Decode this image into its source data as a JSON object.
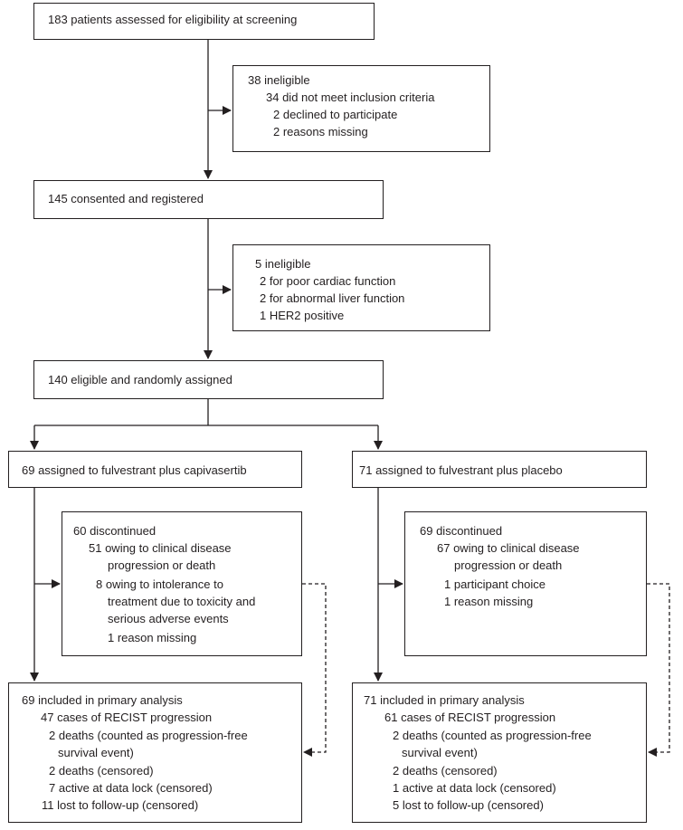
{
  "screening": {
    "lines": [
      "183 patients assessed for eligibility at screening"
    ]
  },
  "screen_exclusion": {
    "lines": [
      "38 ineligible",
      "34 did not meet inclusion criteria",
      "2 declined to participate",
      "2 reasons missing"
    ]
  },
  "registered": {
    "lines": [
      "145 consented and registered"
    ]
  },
  "register_exclusion": {
    "lines": [
      "5 ineligible",
      "2 for poor cardiac function",
      "2 for abnormal liver function",
      "1 HER2 positive"
    ]
  },
  "randomised": {
    "lines": [
      "140 eligible and randomly assigned"
    ]
  },
  "arm_capivasertib": {
    "assigned": {
      "lines": [
        "69 assigned to fulvestrant plus capivasertib"
      ]
    },
    "discontinued": {
      "lines": [
        "60 discontinued",
        "51 owing to clinical disease",
        "progression or death",
        "8 owing to intolerance to",
        "treatment due to toxicity and",
        "serious adverse events",
        "1 reason missing"
      ]
    },
    "analysis": {
      "lines": [
        "69 included in primary analysis",
        "47 cases of RECIST progression",
        "2 deaths (counted as progression-free",
        "survival event)",
        "2 deaths (censored)",
        "7 active at data lock (censored)",
        "11 lost to follow-up (censored)"
      ]
    }
  },
  "arm_placebo": {
    "assigned": {
      "lines": [
        "71 assigned to fulvestrant plus placebo"
      ]
    },
    "discontinued": {
      "lines": [
        "69 discontinued",
        "67 owing to clinical disease",
        "progression or death",
        "1 participant choice",
        "1 reason missing"
      ]
    },
    "analysis": {
      "lines": [
        "71 included in primary analysis",
        "61 cases of RECIST progression",
        "2 deaths (counted as progression-free",
        "survival event)",
        "2 deaths (censored)",
        "1 active at data lock (censored)",
        "5 lost to follow-up (censored)"
      ]
    }
  },
  "colors": {
    "stroke": "#231f20",
    "background": "#ffffff"
  }
}
